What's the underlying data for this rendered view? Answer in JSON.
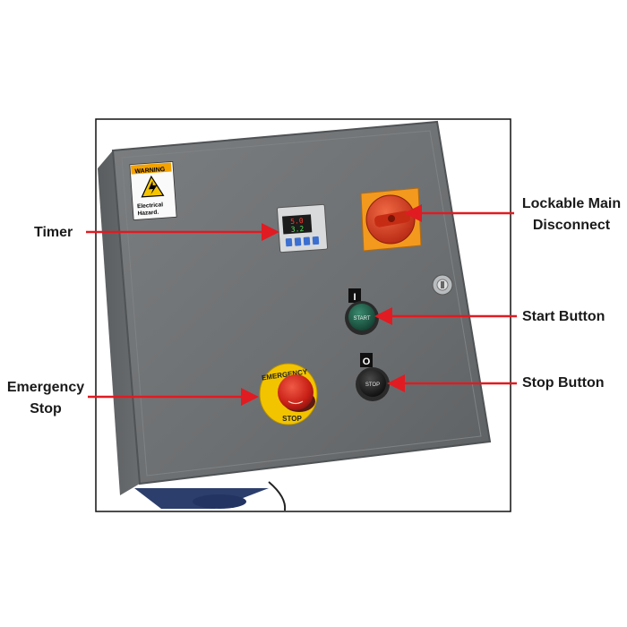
{
  "warning_label": {
    "header": "WARNING",
    "line1": "Electrical",
    "line2": "Hazard."
  },
  "buttons": {
    "start_symbol": "I",
    "start_text": "START",
    "stop_symbol": "O",
    "stop_text": "STOP",
    "estop_ring_top": "EMERGENCY",
    "estop_ring_bottom": "STOP"
  },
  "timer_display": {
    "row1": "5.0",
    "row2": "3.2"
  },
  "callouts": {
    "timer": "Timer",
    "emergency_stop_line1": "Emergency",
    "emergency_stop_line2": "Stop",
    "main_disconnect_line1": "Lockable Main",
    "main_disconnect_line2": "Disconnect",
    "start_button": "Start Button",
    "stop_button": "Stop Button"
  },
  "colors": {
    "arrow": "#e11b22",
    "enclosure": "#6e7173",
    "estop_yellow": "#f2c400",
    "estop_red": "#d2231b",
    "disconnect_orange": "#f39a1e",
    "start_green": "#1f5f4a",
    "stop_black": "#1c1c1c"
  }
}
